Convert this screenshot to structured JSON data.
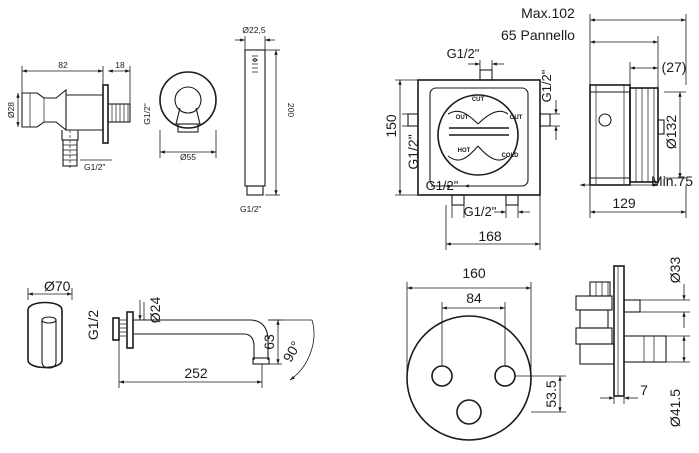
{
  "hand_shower_holder": {
    "width": "82",
    "flange": "18",
    "diameter": "Ø28",
    "thread_side": "G1/2\"",
    "thread_bottom": "G1/2\"",
    "plate_diameter": "Ø55"
  },
  "hand_shower": {
    "diameter": "Ø22,5",
    "length": "200",
    "thread": "G1/2\""
  },
  "spout": {
    "rosette": "Ø70",
    "thread": "G1/2",
    "pipe": "Ø24",
    "length": "252",
    "drop": "63",
    "angle": "90°"
  },
  "box_front": {
    "top_thread": "G1/2\"",
    "right_thread": "G1/2\"",
    "height": "150",
    "left_thread": "G1/2\"",
    "bottom_thread_1": "G1/2\"",
    "bottom_thread_2": "G1/2\"",
    "width": "168",
    "labels": {
      "cut": "CUT",
      "out_left": "OUT",
      "out_right": "OUT",
      "hot": "HOT",
      "cold": "COLD"
    }
  },
  "box_side": {
    "max_depth": "Max.102",
    "panel": "65 Pannello",
    "offset": "(27)",
    "diameter": "Ø132",
    "min_depth": "Min.75",
    "depth": "129"
  },
  "plate_front": {
    "diameter": "160",
    "spacing": "84",
    "offset": "53.5"
  },
  "plate_side": {
    "knob": "Ø33",
    "thickness": "7",
    "diameter": "Ø41.5"
  }
}
